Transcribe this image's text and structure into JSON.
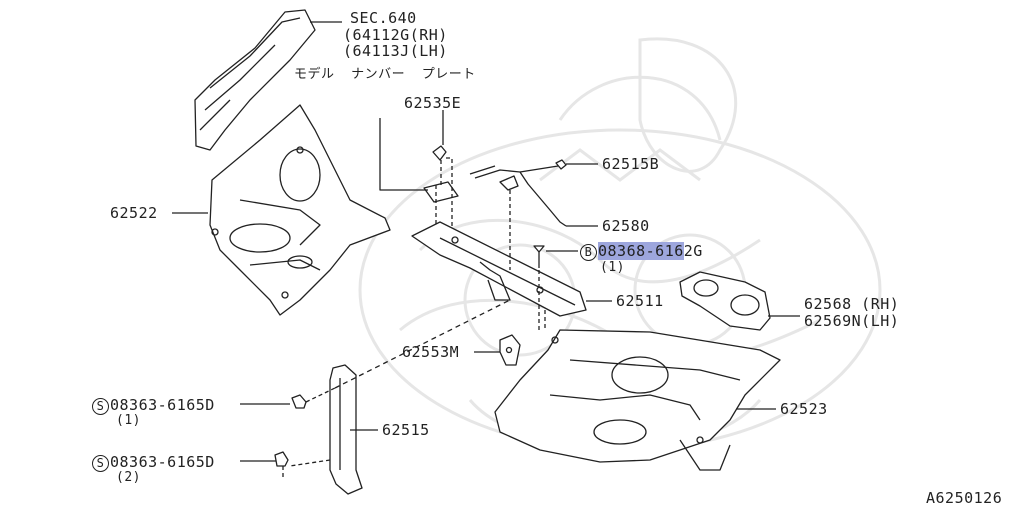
{
  "labels": {
    "sec_ref": "SEC.640",
    "sec_rh": "(64112G(RH)",
    "sec_lh": "(64113J(LH)",
    "plate_note": "モデル  ナンバー  プレート",
    "p62535e": "62535E",
    "p62515b": "62515B",
    "p62522": "62522",
    "p62580": "62580",
    "b_circle": "B",
    "p08368_hl": "08368-616",
    "p08368_rest": "2G",
    "p08368_qty": "(1)",
    "p62511": "62511",
    "p62568": "62568 (RH)",
    "p62569": "62569N(LH)",
    "p62553m": "62553M",
    "p62523": "62523",
    "s_circle": "S",
    "p08363a": "08363-6165D",
    "p08363a_qty": "(1)",
    "p62515": "62515",
    "p08363b": "08363-6165D",
    "p08363b_qty": "(2)",
    "figure_id": "A6250126"
  },
  "colors": {
    "line": "#222222",
    "highlight": "#9da6dd",
    "watermark": "#e6e6e6"
  }
}
